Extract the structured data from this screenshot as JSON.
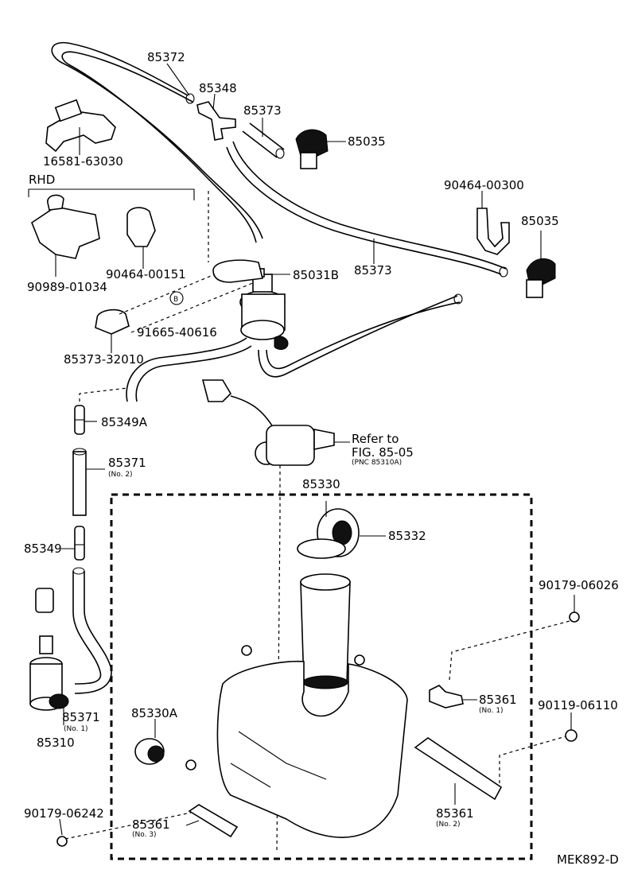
{
  "labels": {
    "p85372": "85372",
    "p85348": "85348",
    "p85373a": "85373",
    "p85035a": "85035",
    "p16581": "16581-63030",
    "rhd": "RHD",
    "p90464_300": "90464-00300",
    "p85035b": "85035",
    "p90989": "90989-01034",
    "p90464_151": "90464-00151",
    "p85031b": "85031B",
    "p85373b": "85373",
    "circle_b": "B",
    "p91665": "91665-40616",
    "p85373_32010": "85373-32010",
    "p85349a": "85349A",
    "refer_to": "Refer to",
    "fig": "FIG. 85-05",
    "pnc": "(PNC 85310A)",
    "p85371a": "85371",
    "no2a": "(No. 2)",
    "p85330": "85330",
    "p85332": "85332",
    "p85349": "85349",
    "p90179_06026": "90179-06026",
    "p85361a": "85361",
    "no1a": "(No. 1)",
    "p85330a": "85330A",
    "p90119": "90119-06110",
    "p85371b": "85371",
    "no1b": "(No. 1)",
    "p85310": "85310",
    "p90179_06242": "90179-06242",
    "p85361c": "85361",
    "no3": "(No. 3)",
    "p85361b": "85361",
    "no2b": "(No. 2)",
    "code": "MEK892-D"
  }
}
